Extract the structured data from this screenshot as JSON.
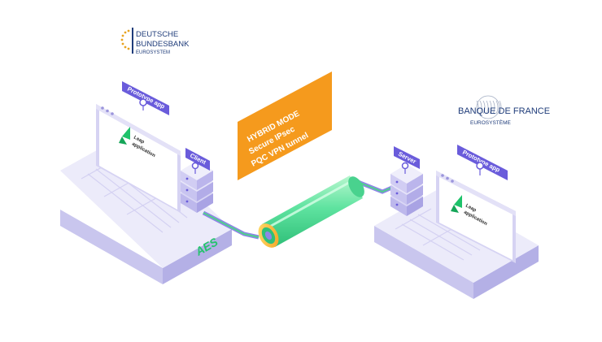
{
  "logos": {
    "bundesbank": {
      "line1": "DEUTSCHE",
      "line2": "BUNDESBANK",
      "line3": "EUROSYSTEM"
    },
    "banque_de_france": {
      "line1": "BANQUE DE FRANCE",
      "line2": "EUROSYSTÈME"
    }
  },
  "banner": {
    "line1": "HYBRID MODE",
    "line2": "Secure IPsec",
    "line3": "PQC VPN tunnel",
    "color": "#f59a1d"
  },
  "left": {
    "tag_app": "Prototype app",
    "tag_role": "Client",
    "app_name_line1": "Leap",
    "app_name_line2": "application"
  },
  "right": {
    "tag_app": "Prototype app",
    "tag_role": "Server",
    "app_name_line1": "Leap",
    "app_name_line2": "application"
  },
  "link_label": "AES",
  "colors": {
    "tag_bg": "#6a5cdb",
    "laptop_top": "#ecebfa",
    "laptop_side": "#c9c6ee",
    "tunnel": "#5fe3a0",
    "leap_green": "#1ec26a",
    "aes_green": "#23c46b"
  }
}
